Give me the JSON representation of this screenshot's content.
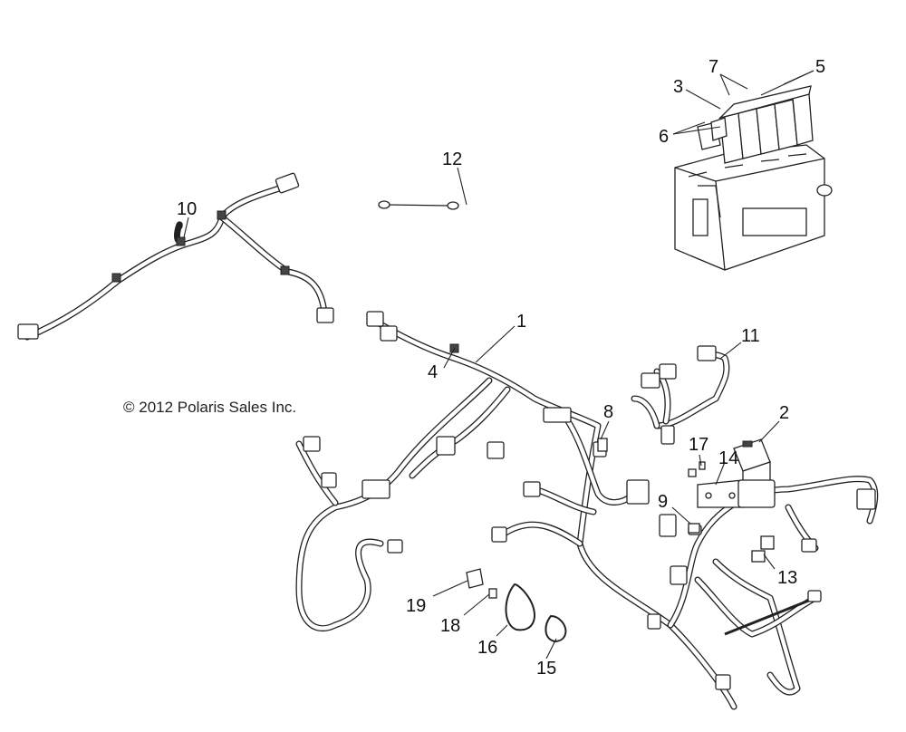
{
  "copyright": "© 2012 Polaris Sales Inc.",
  "callouts": [
    {
      "id": "1",
      "label": "1"
    },
    {
      "id": "2",
      "label": "2"
    },
    {
      "id": "3",
      "label": "3"
    },
    {
      "id": "4",
      "label": "4"
    },
    {
      "id": "5",
      "label": "5"
    },
    {
      "id": "6",
      "label": "6"
    },
    {
      "id": "7",
      "label": "7"
    },
    {
      "id": "8",
      "label": "8"
    },
    {
      "id": "9",
      "label": "9"
    },
    {
      "id": "10",
      "label": "10"
    },
    {
      "id": "11",
      "label": "11"
    },
    {
      "id": "12",
      "label": "12"
    },
    {
      "id": "13",
      "label": "13"
    },
    {
      "id": "14",
      "label": "14"
    },
    {
      "id": "15",
      "label": "15"
    },
    {
      "id": "16",
      "label": "16"
    },
    {
      "id": "17",
      "label": "17"
    },
    {
      "id": "18",
      "label": "18"
    },
    {
      "id": "19",
      "label": "19"
    }
  ]
}
